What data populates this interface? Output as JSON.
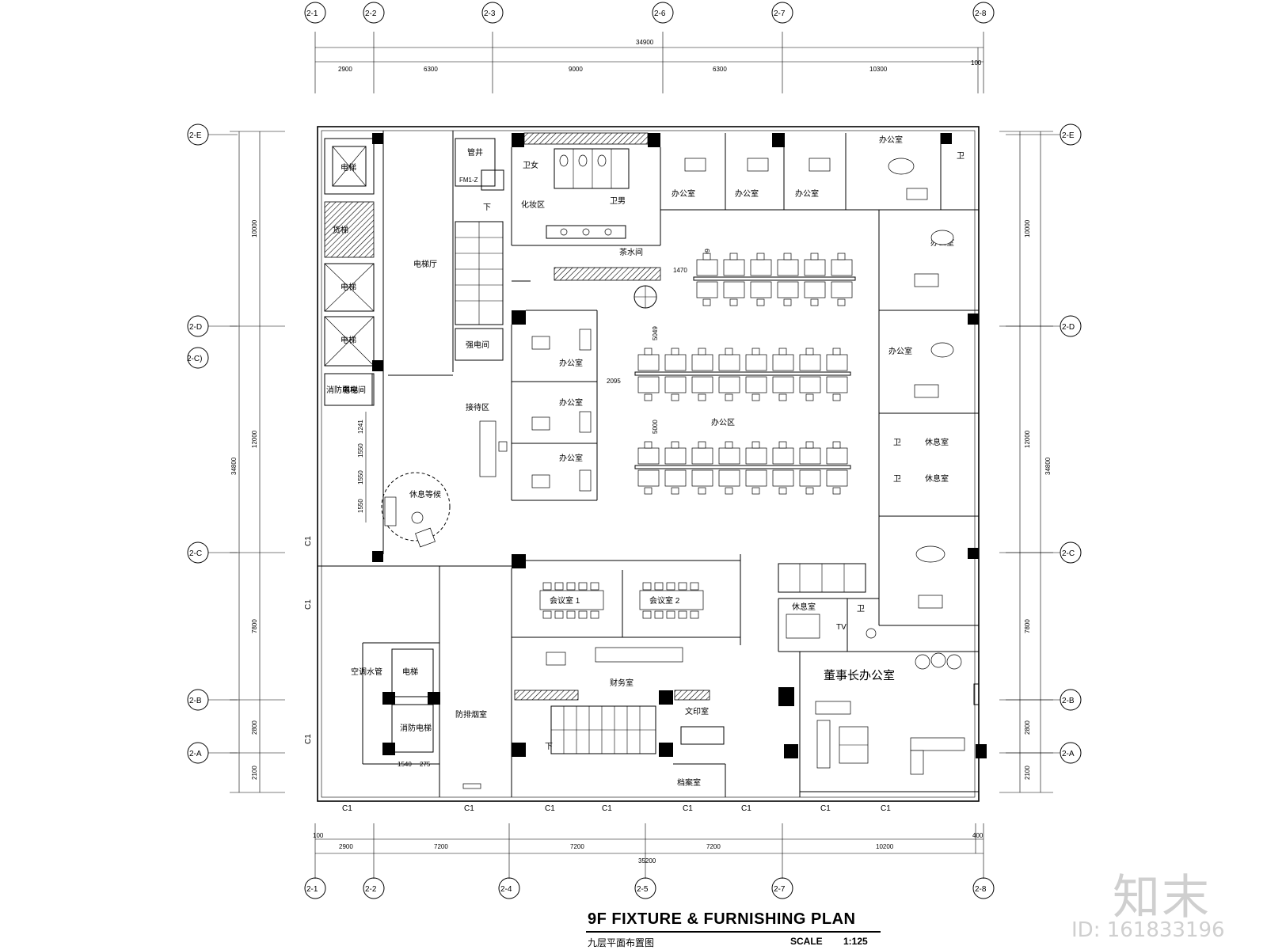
{
  "drawing": {
    "title": "9F FIXTURE & FURNISHING PLAN",
    "subtitle": "九层平面布置图",
    "scale_label": "SCALE",
    "scale_value": "1:125"
  },
  "grid_top": [
    "2-1",
    "2-2",
    "2-3",
    "2-6",
    "2-7",
    "2-8"
  ],
  "grid_bottom": [
    "2-1",
    "2-2",
    "2-4",
    "2-5",
    "2-7",
    "2-8"
  ],
  "grid_left": [
    "2-E",
    "2-D",
    "2-C)",
    "2-C",
    "2-B",
    "2-A"
  ],
  "grid_right": [
    "2-E",
    "2-D",
    "2-C",
    "2-B",
    "2-A"
  ],
  "dims_top_total": "34900",
  "dims_top": [
    "2900",
    "6300",
    "9000",
    "6300",
    "10300",
    "100"
  ],
  "dims_bottom_total": "35200",
  "dims_bottom": [
    "100",
    "2900",
    "7200",
    "7200",
    "7200",
    "10200",
    "400"
  ],
  "dims_left_total": "34800",
  "dims_left": [
    "10000",
    "12000",
    "7800",
    "2800",
    "2100"
  ],
  "dims_right_total": "34800",
  "dims_right": [
    "10000",
    "12000",
    "7800",
    "2800",
    "2100"
  ],
  "inner_dims": {
    "reception_column": [
      "1241",
      "1550",
      "1550",
      "1550"
    ],
    "elevator": [
      "1540",
      "275"
    ],
    "office_area": [
      "1470",
      "3099",
      "5049",
      "2095",
      "5000"
    ]
  },
  "windows": [
    "C1",
    "C1",
    "C1",
    "C1",
    "C1",
    "C1",
    "C1",
    "C1",
    "C1",
    "C1",
    "C1"
  ],
  "rooms": {
    "elevator_hall": "电梯厅",
    "lift": "电梯",
    "freight_lift": "货梯",
    "fire_lift": "消防电梯",
    "pipe_room": "管井",
    "mech_room": "弱电间",
    "power_room": "强电间",
    "reception": "接待区",
    "lounge": "休息等候",
    "pantry": "茶水间",
    "restroom_female": "卫女",
    "restroom_male": "卫男",
    "powder_room": "化妆区",
    "office": "办公室",
    "open_office": "办公区",
    "meeting_1": "会议室 1",
    "meeting_2": "会议室 2",
    "finance": "财务室",
    "archive": "档案室",
    "copy_room": "文印室",
    "security": "防排烟室",
    "hvac": "空调水管",
    "rest_room": "休息室",
    "wc": "卫",
    "chairman": "董事长办公室",
    "tv": "TV",
    "stair_down": "下",
    "fm_door": "FM1-Z"
  },
  "watermark": {
    "brand": "知末",
    "id": "ID: 161833196"
  }
}
